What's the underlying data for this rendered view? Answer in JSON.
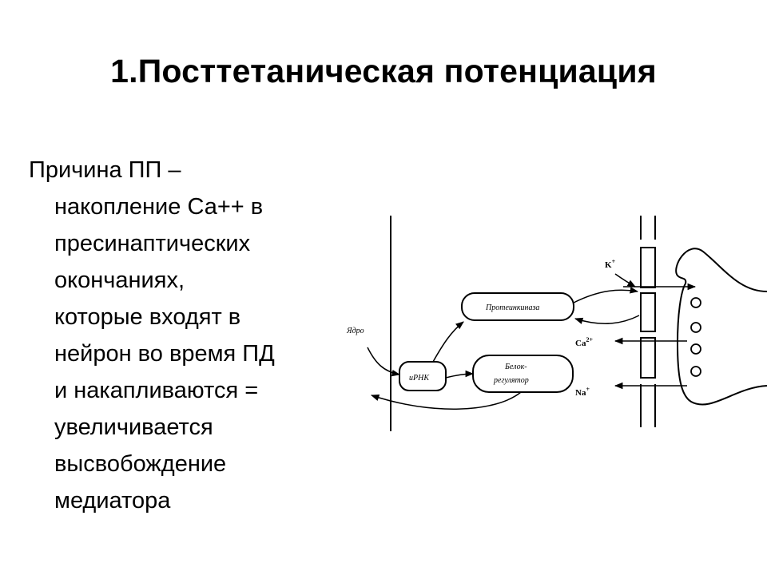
{
  "title": "1.Посттетаническая потенциация",
  "body": {
    "lines": [
      "Причина ПП –",
      "накопление Са++ в",
      "пресинаптических",
      "окончаниях,",
      "которые входят в",
      "нейрон во время ПД",
      "и накапливаются =",
      "увеличивается",
      "высвобождение",
      "медиатора"
    ]
  },
  "diagram": {
    "nucleus_label": "Ядро",
    "mrna_label": "иРНК",
    "kinase_label": "Протеинкиназа",
    "regulator_label_1": "Белок-",
    "regulator_label_2": "регулятор",
    "ion_k": "K",
    "ion_k_sup": "+",
    "ion_ca": "Ca",
    "ion_ca_sup": "2+",
    "ion_na": "Na",
    "ion_na_sup": "+"
  }
}
